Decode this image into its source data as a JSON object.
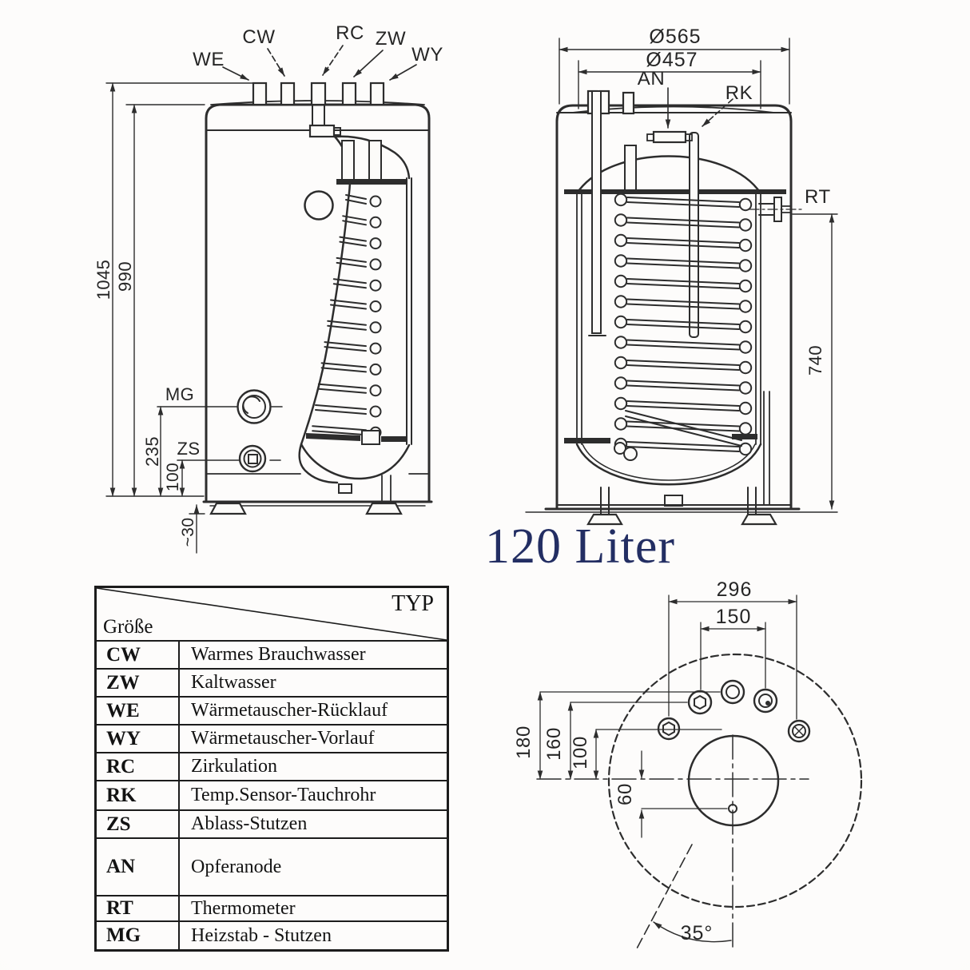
{
  "title": {
    "text": "120 Liter",
    "color": "#232e63"
  },
  "drawing": {
    "line_color": "#2d2d2d",
    "coil_loops_front": 12,
    "coil_loops_section": 13
  },
  "front_view": {
    "top_ports": [
      {
        "label": "WE"
      },
      {
        "label": "CW"
      },
      {
        "label": "RC"
      },
      {
        "label": "ZW"
      },
      {
        "label": "WY"
      }
    ],
    "side_labels": {
      "mg": "MG",
      "zs": "ZS"
    },
    "dimensions": {
      "overall_height": "1045",
      "body_height": "990",
      "mg_height": "235",
      "zs_height": "100",
      "feet_height": "~30"
    }
  },
  "section_view": {
    "labels": {
      "an": "AN",
      "rk": "RK",
      "rt": "RT"
    },
    "dimensions": {
      "outer_diameter": "Ø565",
      "inner_diameter": "Ø457",
      "rt_height": "740"
    }
  },
  "top_view": {
    "dimensions": {
      "span_outer": "296",
      "span_inner": "150",
      "offset_1": "180",
      "offset_2": "160",
      "offset_3": "100",
      "offset_4": "60",
      "angle": "35°"
    }
  },
  "legend": {
    "header_col": "TYP",
    "header_row": "Größe",
    "rows": [
      {
        "key": "CW",
        "desc": "Warmes Brauchwasser"
      },
      {
        "key": "ZW",
        "desc": "Kaltwasser"
      },
      {
        "key": "WE",
        "desc": "Wärmetauscher-Rücklauf"
      },
      {
        "key": "WY",
        "desc": "Wärmetauscher-Vorlauf"
      },
      {
        "key": "RC",
        "desc": "Zirkulation"
      },
      {
        "key": "RK",
        "desc": "Temp.Sensor-Tauchrohr"
      },
      {
        "key": "ZS",
        "desc": "Ablass-Stutzen"
      },
      {
        "key": "AN",
        "desc": "Opferanode"
      },
      {
        "key": "RT",
        "desc": "Thermometer"
      },
      {
        "key": "MG",
        "desc": "Heizstab - Stutzen"
      }
    ]
  }
}
